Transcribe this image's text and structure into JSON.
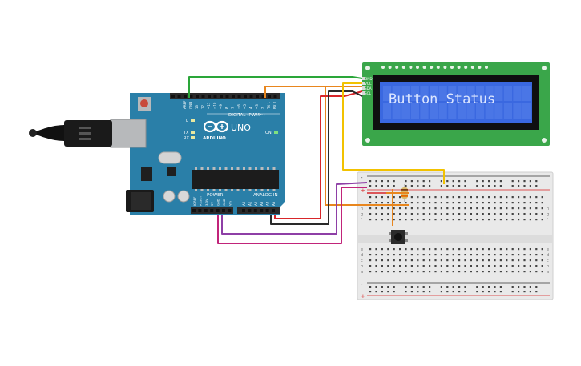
{
  "arduino": {
    "brand": "ARDUINO",
    "model": "UNO",
    "on_label": "ON",
    "digital_header": "DIGITAL (PWM~)",
    "power_header": "POWER",
    "analog_header": "ANALOG IN",
    "led_l": "L",
    "led_tx": "TX",
    "led_rx": "RX",
    "digital_pins": [
      "AREF",
      "GND",
      "13",
      "12",
      "~11",
      "~10",
      "~9",
      "8",
      "7",
      "~6",
      "~5",
      "4",
      "~3",
      "2",
      "TX 1",
      "RX 0"
    ],
    "power_pins": [
      "IOREF",
      "RESET",
      "3.3V",
      "5V",
      "GND",
      "GND",
      "Vin"
    ],
    "analog_pins": [
      "A0",
      "A1",
      "A2",
      "A3",
      "A4",
      "A5"
    ]
  },
  "lcd": {
    "text": "Button Status",
    "pins": [
      "GND",
      "VCC",
      "SDA",
      "SCL"
    ]
  },
  "breadboard": {
    "rail_minus": "-",
    "rail_plus": "+",
    "rows_top": [
      "j",
      "i",
      "h",
      "g",
      "f"
    ],
    "rows_bottom": [
      "e",
      "d",
      "c",
      "b",
      "a"
    ]
  },
  "colors": {
    "board": "#2a7fa8",
    "lcd_pcb": "#3aa64a",
    "lcd_screen": "#3a68e0",
    "lcd_text": "#dce6ff",
    "wire_green": "#2aa639",
    "wire_orange": "#e8861e",
    "wire_red": "#d8262a",
    "wire_yellow": "#f2c200",
    "wire_black": "#2a2a2a",
    "wire_magenta": "#c1247a",
    "wire_purple": "#8e3fa6"
  }
}
